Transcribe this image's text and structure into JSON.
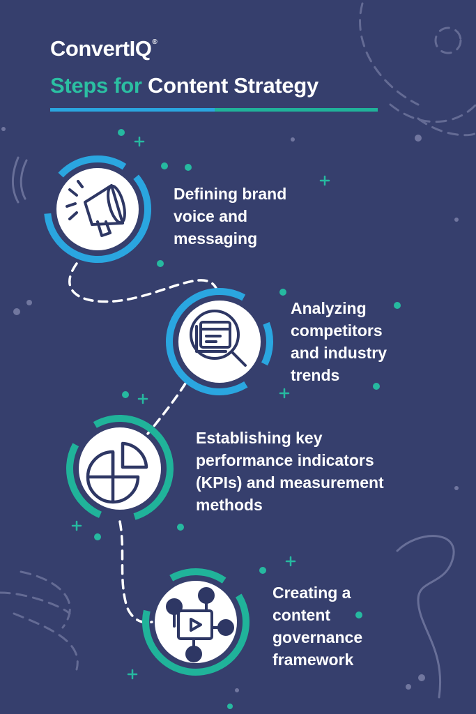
{
  "brand": {
    "name": "ConvertIQ",
    "mark": "®"
  },
  "title": {
    "accent": "Steps for",
    "main": "Content Strategy"
  },
  "steps": [
    {
      "text": "Defining brand\nvoice and\nmessaging",
      "icon": "megaphone-icon"
    },
    {
      "text": "Analyzing\ncompetitors\nand industry\ntrends",
      "icon": "magnifier-browser-icon"
    },
    {
      "text": "Establishing key\nperformance indicators\n(KPIs) and measurement\nmethods",
      "icon": "pie-chart-icon"
    },
    {
      "text": "Creating a\ncontent\ngovernance\nframework",
      "icon": "workflow-video-icon"
    }
  ],
  "colors": {
    "background": "#363f6d",
    "blue": "#2aa6e0",
    "teal": "#20b39a",
    "navy": "#2e3764",
    "white": "#ffffff"
  }
}
